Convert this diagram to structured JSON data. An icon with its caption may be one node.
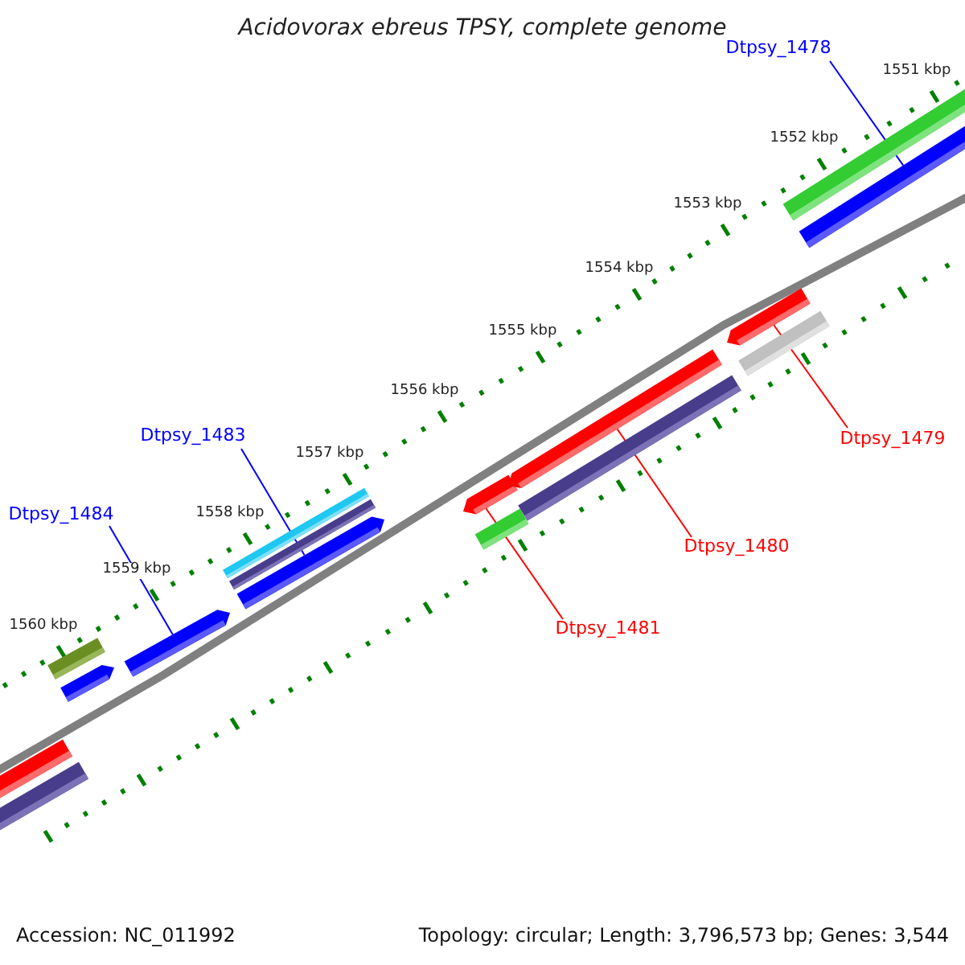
{
  "diagram": {
    "title": "Acidovorax ebreus TPSY, complete genome",
    "nodes": [
      {
        "text": [
          "Dtpsy_1478"
        ]
      },
      {
        "text": [
          "Dtpsy_1483"
        ]
      },
      {
        "text": [
          "Dtpsy_1479"
        ]
      },
      {
        "text": [
          "Dtpsy_1484"
        ]
      },
      {
        "text": [
          "Dtpsy_1480"
        ]
      },
      {
        "text": [
          "Dtpsy_1481"
        ]
      },
      {
        "text": [],
        "shape": "bar"
      },
      {
        "text": [],
        "shape": "bar"
      },
      {
        "text": [],
        "shape": "bar"
      },
      {
        "text": [],
        "shape": "bar"
      },
      {
        "text": [],
        "shape": "bar"
      },
      {
        "text": [],
        "shape": "bar"
      },
      {
        "text": [],
        "shape": "bar"
      },
      {
        "text": [],
        "shape": "bar"
      },
      {
        "text": [],
        "shape": "bar"
      },
      {
        "text": [],
        "shape": "bar"
      },
      {
        "text": [],
        "shape": "bar"
      },
      {
        "text": [],
        "shape": "bar"
      },
      {
        "text": [],
        "shape": "bar"
      },
      {
        "text": [],
        "shape": "bar"
      },
      {
        "text": [],
        "shape": "bar"
      },
      {
        "text": [],
        "shape": "bar"
      }
    ],
    "edges": [
      {
        "from": 0,
        "to": 21,
        "arrow": "none",
        "color": "#0000ff"
      },
      {
        "from": 1,
        "to": 13,
        "arrow": "none",
        "color": "#0000ff"
      },
      {
        "from": 2,
        "to": 19,
        "arrow": "none",
        "color": "#ff0000"
      },
      {
        "from": 3,
        "to": 10,
        "arrow": "none",
        "color": "#0000ff"
      },
      {
        "from": 4,
        "to": 17,
        "arrow": "none",
        "color": "#ff0000"
      },
      {
        "from": 5,
        "to": 15,
        "arrow": "none",
        "color": "#ff0000"
      }
    ],
    "labels": [
      "1551 kbp",
      "1552 kbp",
      "1553 kbp",
      "1554 kbp",
      "1555 kbp",
      "1556 kbp",
      "1557 kbp",
      "1558 kbp",
      "1559 kbp",
      "1560 kbp",
      "Accession: NC_011992",
      "Topology: circular; Length: 3,796,573 bp; Genes: 3,544"
    ]
  }
}
